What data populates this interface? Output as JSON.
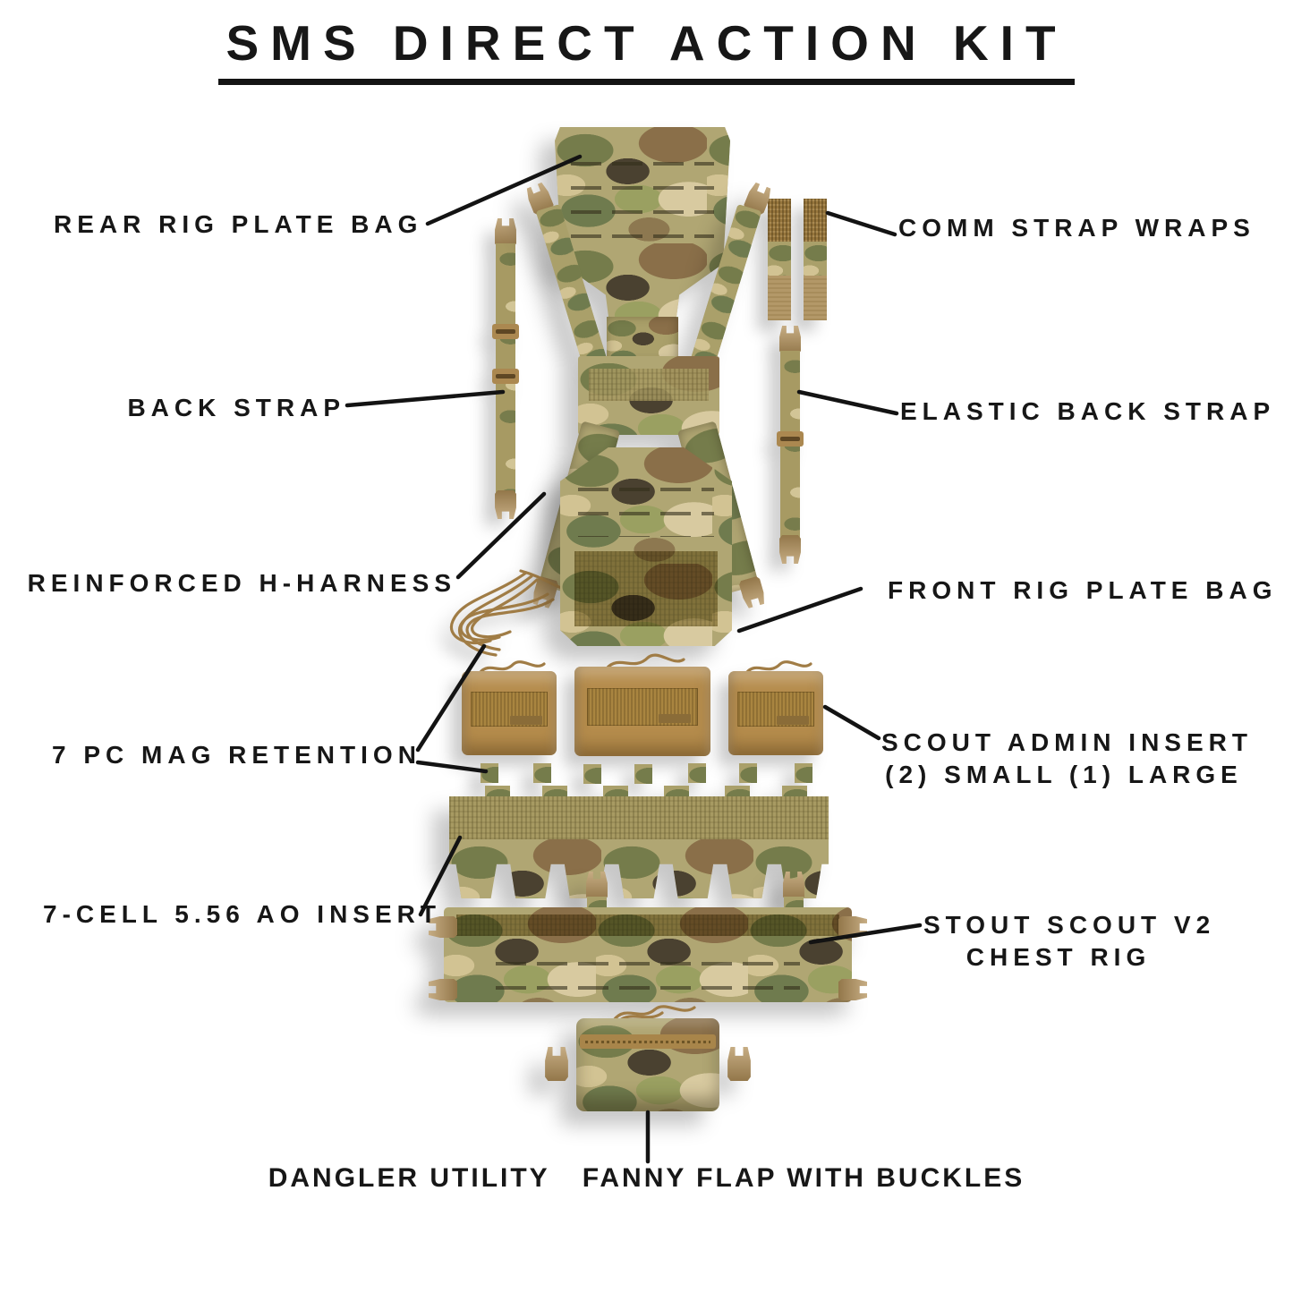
{
  "title": "SMS DIRECT ACTION KIT",
  "callouts": {
    "rear_rig_plate_bag": {
      "label": "REAR RIG PLATE BAG"
    },
    "comm_strap_wraps": {
      "label": "COMM STRAP WRAPS"
    },
    "back_strap": {
      "label": "BACK STRAP"
    },
    "elastic_back_strap": {
      "label": "ELASTIC BACK STRAP"
    },
    "reinforced_h_harness": {
      "label": "REINFORCED H-HARNESS"
    },
    "front_rig_plate_bag": {
      "label": "FRONT RIG PLATE BAG"
    },
    "mag_retention": {
      "label": "7 PC MAG RETENTION"
    },
    "scout_admin_insert": {
      "line1": "SCOUT ADMIN INSERT",
      "line2": "(2) SMALL (1) LARGE"
    },
    "seven_cell_insert": {
      "label": "7-CELL 5.56 AO INSERT"
    },
    "stout_scout_chest_rig": {
      "line1": "STOUT SCOUT V2",
      "line2": "CHEST RIG"
    },
    "dangler": {
      "part1": "DANGLER UTILITY",
      "part2": "FANNY FLAP WITH BUCKLES"
    }
  },
  "colors": {
    "background": "#ffffff",
    "label_text": "#171717",
    "callout_line": "#131313",
    "coyote_brown": "#ae8a52",
    "camo_base": "#b0a673",
    "camo_olive": "#6f7b4e",
    "camo_brown": "#8a6f49",
    "camo_dark": "#4a4130",
    "camo_cream": "#d8caa0"
  }
}
